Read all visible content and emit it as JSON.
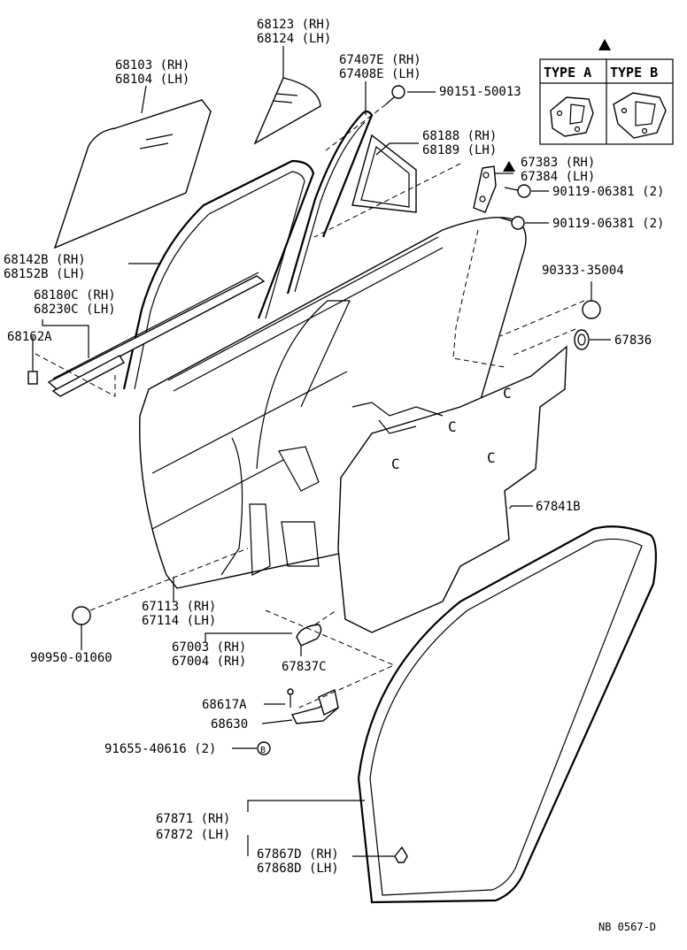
{
  "diagram": {
    "labels": {
      "p68123": "68123 (RH)",
      "p68124": "68124 (LH)",
      "p68103": "68103 (RH)",
      "p68104": "68104 (LH)",
      "p67407e": "67407E (RH)",
      "p67408e": "67408E (LH)",
      "p90151": "90151-50013",
      "p68188": "68188 (RH)",
      "p68189": "68189 (LH)",
      "p67383": "67383 (RH)",
      "p67384": "67384 (LH)",
      "p90119a": "90119-06381 (2)",
      "p90119b": "90119-06381 (2)",
      "p68142b": "68142B (RH)",
      "p68152b": "68152B (LH)",
      "p90333": "90333-35004",
      "p68180c": "68180C (RH)",
      "p68230c": "68230C (LH)",
      "p68162a": "68162A",
      "p67836": "67836",
      "p67841b": "67841B",
      "p67113": "67113 (RH)",
      "p67114": "67114 (LH)",
      "p67003": "67003 (RH)",
      "p67004": "67004 (RH)",
      "p90950": "90950-01060",
      "p67837c": "67837C",
      "p68617a": "68617A",
      "p68630": "68630",
      "p91655": "91655-40616 (2)",
      "p67871": "67871 (RH)",
      "p67872": "67872 (LH)",
      "p67867d": "67867D (RH)",
      "p67868d": "67868D (LH)",
      "ref": "NB  0567-D"
    },
    "type_box": {
      "type_a": "TYPE A",
      "type_b": "TYPE B"
    },
    "markers": {
      "triangle_icon": "triangle-icon",
      "circle_b": "B",
      "letter_c": "C"
    }
  }
}
